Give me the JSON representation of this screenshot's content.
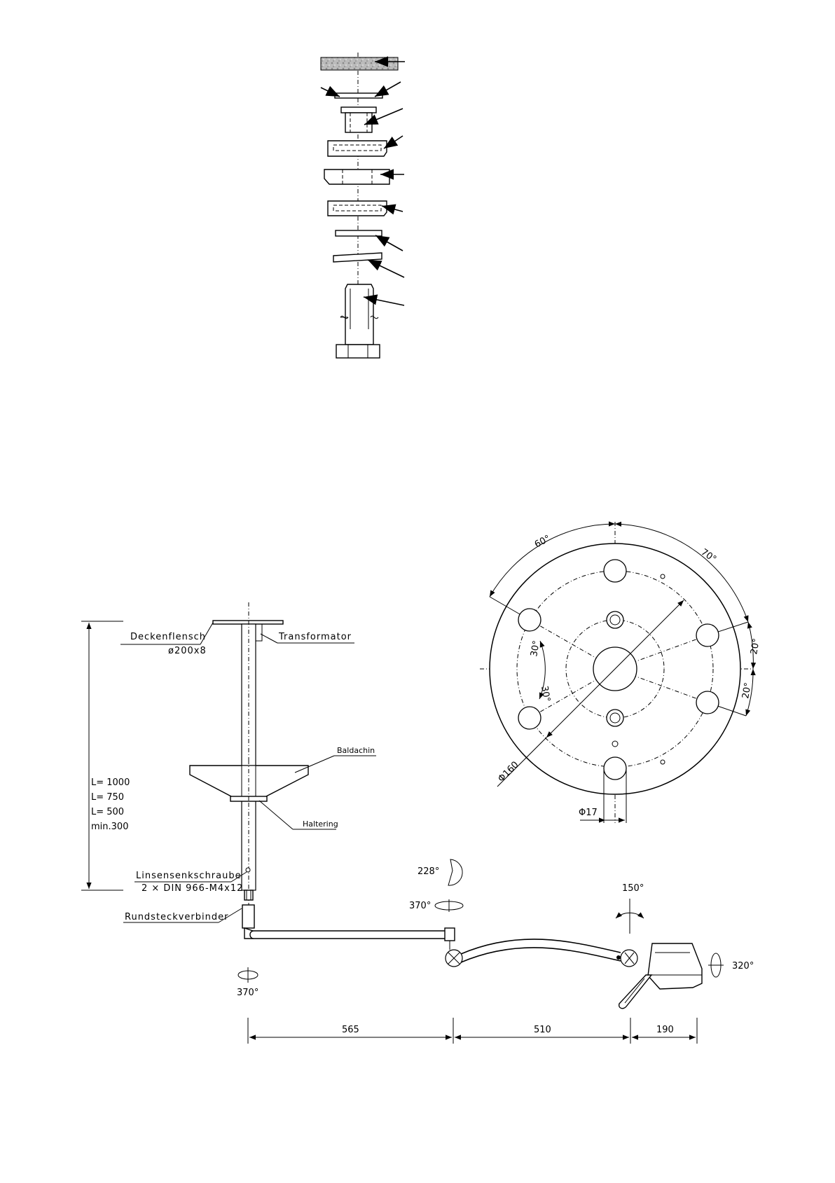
{
  "stack": {
    "parts": [
      "ceiling-slab",
      "washer-pair",
      "spacer-sleeve",
      "flange-upper",
      "flange-middle",
      "flange-lower",
      "flat-washer",
      "spring-washer",
      "hex-bolt"
    ]
  },
  "arm": {
    "labels": {
      "deckenflansch": "Deckenflensch",
      "deckenflansch_size": "ø200x8",
      "transformator": "Transformator",
      "baldachin": "Baldachin",
      "haltering": "Haltering",
      "linsen": "Linsensenkschraube",
      "linsen_spec": "2 × DIN 966-M4x12",
      "rundsteck": "Rundsteckverbinder"
    },
    "lengths": [
      "L= 1000",
      "L= 750",
      "L= 500",
      "min.300"
    ],
    "angles": {
      "tilt": "228°",
      "rot_mid": "370°",
      "rot_base": "370°",
      "head_tilt": "150°",
      "head_rot": "320°"
    },
    "dims": [
      "565",
      "510",
      "190"
    ]
  },
  "flange": {
    "angles": [
      "60°",
      "70°",
      "20°",
      "20°",
      "30°",
      "30°"
    ],
    "pcd": "Φ160",
    "hole": "Φ17"
  }
}
